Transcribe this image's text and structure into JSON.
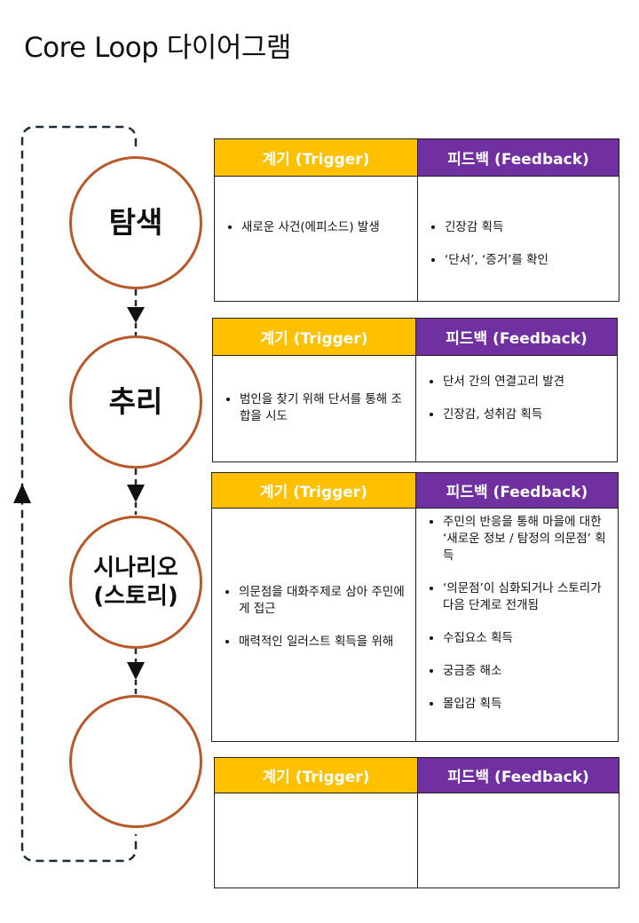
{
  "title": "Core Loop 다이어그램",
  "stages": [
    {
      "label": "탐색"
    },
    {
      "label": "추리"
    },
    {
      "label": "시나리오\n(스토리)"
    },
    {
      "label": ""
    }
  ],
  "header": {
    "trigger": "계기 (Trigger)",
    "feedback": "피드백 (Feedback)"
  },
  "tables": [
    {
      "trigger": [
        "새로운 사건(에피소드) 발생"
      ],
      "feedback": [
        "긴장감 획득",
        "‘단서’, ‘증거’를 확인"
      ]
    },
    {
      "trigger": [
        "범인을 찾기 위해 단서를 통해 조합을 시도"
      ],
      "feedback": [
        "단서 간의 연결고리 발견",
        "긴장감, 성취감 획득"
      ]
    },
    {
      "trigger": [
        "의문점을 대화주제로 삼아 주민에게 접근",
        "매력적인 일러스트 획득을 위해"
      ],
      "feedback": [
        "주민의 반응을 통해 마을에 대한 ‘새로운 정보 / 탐정의 의문점’ 획득",
        "‘의문점’이 심화되거나 스토리가 다음 단계로 전개됨",
        "수집요소 획득",
        "궁금증 해소",
        "몰입감 획득"
      ]
    },
    {
      "trigger": [],
      "feedback": []
    }
  ]
}
